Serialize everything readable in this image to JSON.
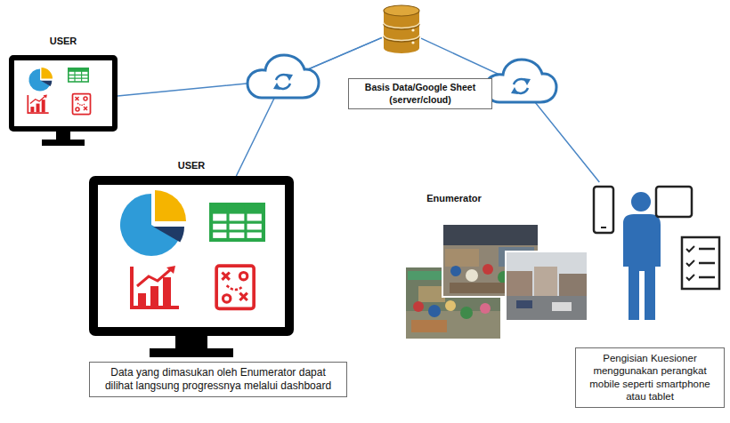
{
  "diagram": {
    "nodes": [
      {
        "text": [
          "USER"
        ]
      },
      {
        "text": [
          "USER",
          "Data yang dimasukan oleh Enumerator dapat dilihat langsung progressnya melalui dashboard"
        ]
      },
      {
        "text": [
          "Basis Data/Google Sheet (server/cloud)"
        ]
      },
      {
        "text": [
          "Pengisian Kuesioner menggunakan perangkat mobile seperti smartphone atau tablet"
        ]
      }
    ],
    "edges": [
      {
        "from": 0,
        "to": 2,
        "arrow": "none"
      },
      {
        "from": 1,
        "to": 2,
        "arrow": "none"
      },
      {
        "from": 2,
        "to": 3,
        "arrow": "none"
      }
    ],
    "labels": [
      "Enumerator"
    ]
  }
}
